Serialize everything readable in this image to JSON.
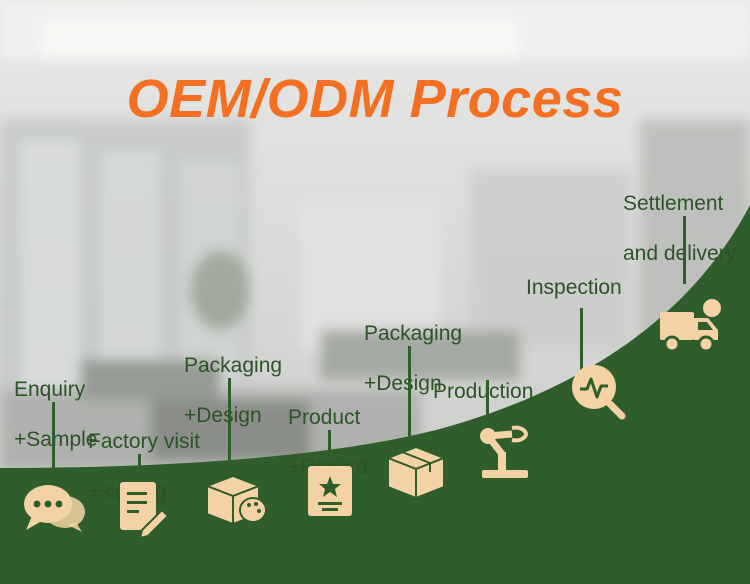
{
  "title": "OEM/ODM Process",
  "colors": {
    "title": "#f36f21",
    "green": "#2f5d2b",
    "label": "#2c5426",
    "icon": "#f3d3a5",
    "icon_dark": "#2f5d2b"
  },
  "steps": [
    {
      "line1": "Enquiry",
      "line2": "+Sample",
      "icon": "chat-bubbles-icon"
    },
    {
      "line1": "Factory visit",
      "line2": "+signing",
      "icon": "contract-pen-icon"
    },
    {
      "line1": "Packaging",
      "line2": "+Design",
      "icon": "box-palette-icon"
    },
    {
      "line1": "Product",
      "line2": "+Record",
      "icon": "certificate-icon"
    },
    {
      "line1": "Packaging",
      "line2": "+Design",
      "icon": "box-icon"
    },
    {
      "line1": "Production",
      "line2": "",
      "icon": "robot-arm-icon"
    },
    {
      "line1": "Inspection",
      "line2": "",
      "icon": "inspection-magnifier-icon"
    },
    {
      "line1": "Settlement",
      "line2": "and delivery",
      "icon": "delivery-truck-icon"
    }
  ]
}
